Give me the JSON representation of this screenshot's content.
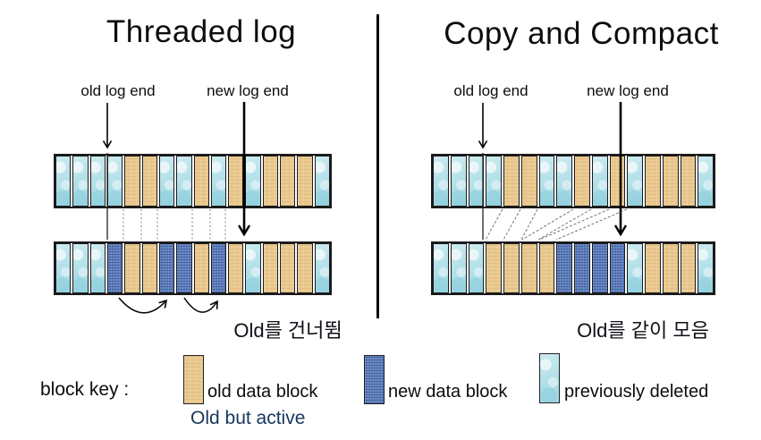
{
  "left_panel": {
    "title": "Threaded log",
    "old_log_end_label": "old log end",
    "new_log_end_label": "new log end",
    "caption": "Old를 건너뜀",
    "top_row": [
      "deleted",
      "deleted",
      "deleted",
      "deleted",
      "old",
      "old",
      "deleted",
      "deleted",
      "old",
      "deleted",
      "old",
      "deleted",
      "old",
      "old",
      "old",
      "deleted"
    ],
    "bottom_row": [
      "deleted",
      "deleted",
      "deleted",
      "new",
      "old",
      "old",
      "new",
      "new",
      "old",
      "new",
      "old",
      "deleted",
      "old",
      "old",
      "old",
      "deleted"
    ]
  },
  "right_panel": {
    "title": "Copy and Compact",
    "old_log_end_label": "old log end",
    "new_log_end_label": "new log end",
    "caption": "Old를 같이 모음",
    "top_row": [
      "deleted",
      "deleted",
      "deleted",
      "deleted",
      "old",
      "old",
      "deleted",
      "deleted",
      "old",
      "deleted",
      "old",
      "deleted",
      "old",
      "old",
      "old",
      "deleted"
    ],
    "bottom_row": [
      "deleted",
      "deleted",
      "deleted",
      "old",
      "old",
      "old",
      "old",
      "new",
      "new",
      "new",
      "new",
      "deleted",
      "old",
      "old",
      "old",
      "deleted"
    ]
  },
  "legend": {
    "label": "block key :",
    "items": [
      {
        "type": "old",
        "label": "old data block",
        "sublabel": "Old but active"
      },
      {
        "type": "new",
        "label": "new data block"
      },
      {
        "type": "deleted",
        "label": "previously deleted"
      }
    ]
  },
  "colors": {
    "old": "#eac98f",
    "new": "#5e7fc0",
    "deleted": "#aadee8",
    "sublabel": "#17375e"
  }
}
